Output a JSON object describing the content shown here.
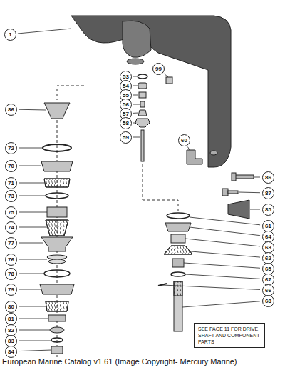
{
  "diagram": {
    "caption": "European Marine Catalog v1.61 (Image Copyright- Mercury Marine)",
    "nodes": [
      {
        "text": [
          "SEE PAGE 11 FOR DRIVE SHAFT AND COMPONENT PARTS"
        ]
      }
    ],
    "labels": [
      "1",
      "53",
      "54",
      "99",
      "55",
      "56",
      "57",
      "58",
      "59",
      "60",
      "86",
      "72",
      "70",
      "71",
      "73",
      "75",
      "74",
      "77",
      "76",
      "78",
      "79",
      "80",
      "81",
      "82",
      "83",
      "84",
      "86",
      "87",
      "85",
      "61",
      "64",
      "63",
      "62",
      "65",
      "67",
      "66",
      "68"
    ]
  }
}
